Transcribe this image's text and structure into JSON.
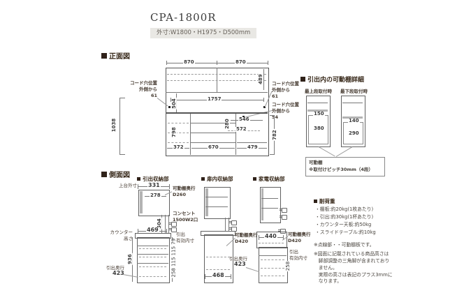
{
  "header": {
    "title": "CPA-1800R",
    "dimensions": "外寸:W1800・H1975・D500mm"
  },
  "front_view": {
    "heading": "正面図",
    "cord_left": "コード穴位置\n外側から\n61",
    "cord_right_top": "コード穴位置\n外側から\n61",
    "cord_right_bottom": "コード穴位置\n外側から\n54",
    "dims": {
      "top_w1": "870",
      "top_w2": "870",
      "upper_h": "489",
      "opening_w": "1757",
      "opening_h": "504",
      "left_total_h": "1038",
      "left_inner_h": "798",
      "right_lower_h": "782",
      "niche_w": "546",
      "slide_w": "572",
      "niche_h": "280",
      "bottom_w1": "372",
      "bottom_w2": "670",
      "bottom_w3": "479"
    }
  },
  "shelf_detail": {
    "heading": "引出内の可動棚詳細",
    "top_position_label": "最上段取付時",
    "bottom_position_label": "最下段取付時",
    "top_dims": {
      "upper": "150",
      "lower": "380"
    },
    "bottom_dims": {
      "upper": "140",
      "lower": "290"
    },
    "note": "可動棚\n※取付けピッチ30mm（4段）"
  },
  "side_view": {
    "heading": "側面図",
    "drawer_unit": {
      "heading": "引出収納部",
      "top_outer_label": "上台外寸",
      "top_outer_w": "331",
      "top_inner_w": "278",
      "shelf_depth_label": "可動棚奥行\nD260",
      "outlet_label": "コンセント\n1500W2口",
      "mid_h": "504",
      "counter_label": "カウンター\n高さ",
      "counter_depth": "469",
      "lower_h": "936",
      "drawer_depth_label": "引出奥行",
      "drawer_depth": "423",
      "drawer_inner_label": "引出\n有効内寸",
      "drawer_inner_dims": "258 115 115 79"
    },
    "door_unit": {
      "heading": "扉内収納部",
      "shelf_depth_label": "可動棚奥行\nD420",
      "bottom_w": "468"
    },
    "appliance_unit": {
      "heading": "家電収納部",
      "counter_w": "440",
      "shelf_depth_label": "可動棚奥行\nD420",
      "drawer_inner_label": "引出\n有効内寸",
      "drawer_inner_dims": "258",
      "drawer_depth_label": "引出奥行",
      "drawer_depth": "423"
    }
  },
  "load_info": {
    "heading": "耐荷重",
    "items": [
      "・棚板:約20kg(1枚あたり)",
      "・引出:約30kg(1杯あたり)",
      "・カウンター天板:約50kg",
      "・スライドテーブル:約10kg"
    ],
    "note_dotted": "※点線部・・可動棚板です。",
    "note_height": "※図面に記載されている商品高さは\n　脚部調整の三角脚が含まれており\n　ません。\n　実際の高さは表記のプラス3mmに\n　なります。"
  }
}
